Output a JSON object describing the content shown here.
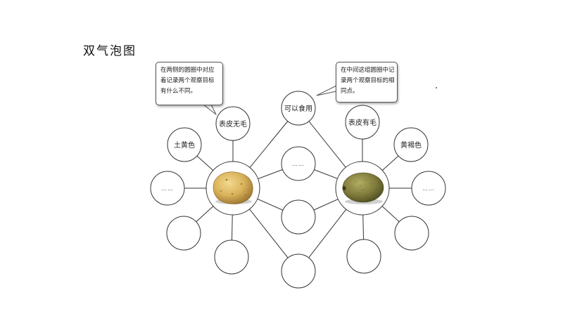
{
  "title": "双气泡图",
  "callouts": {
    "left": [
      "在两侧的圆圈中对应",
      "着记录两个观察目标",
      "有什么不同。"
    ],
    "right": [
      "在中间这组圆圈中记",
      "录两个观察目标的相",
      "同点。"
    ]
  },
  "bubbles": {
    "top_center": "可以食用",
    "left_top": "表皮无毛",
    "left_upper": "土黄色",
    "left_mid": "……",
    "right_top": "表皮有毛",
    "right_upper": "黄褐色",
    "right_mid": "……",
    "center_1": "……"
  },
  "icons": {
    "left_center": "potato-icon",
    "right_center": "kiwi-icon"
  },
  "colors": {
    "line": "#333333",
    "potato": "#d9b25a",
    "kiwi": "#7d7a3a"
  }
}
